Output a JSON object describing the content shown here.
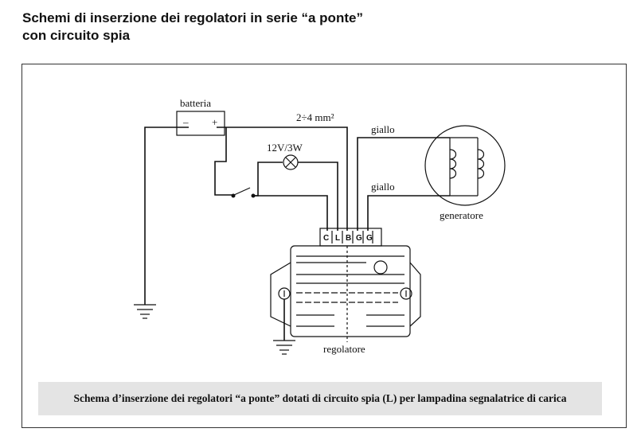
{
  "title": {
    "line1": "Schemi di inserzione dei regolatori in serie “a ponte”",
    "line2": "con circuito spia"
  },
  "diagram": {
    "battery_label": "batteria",
    "battery_minus": "–",
    "battery_plus": "+",
    "wire_section": "2÷4 mm²",
    "lamp_label": "12V/3W",
    "wire_top": "giallo",
    "wire_bottom": "giallo",
    "generator_label": "generatore",
    "regulator_label": "regolatore",
    "pins": [
      "C",
      "L",
      "B",
      "G",
      "G"
    ]
  },
  "caption": "Schema d’inserzione dei regolatori “a ponte” dotati di circuito spia (L) per lampadina segnalatrice di carica"
}
